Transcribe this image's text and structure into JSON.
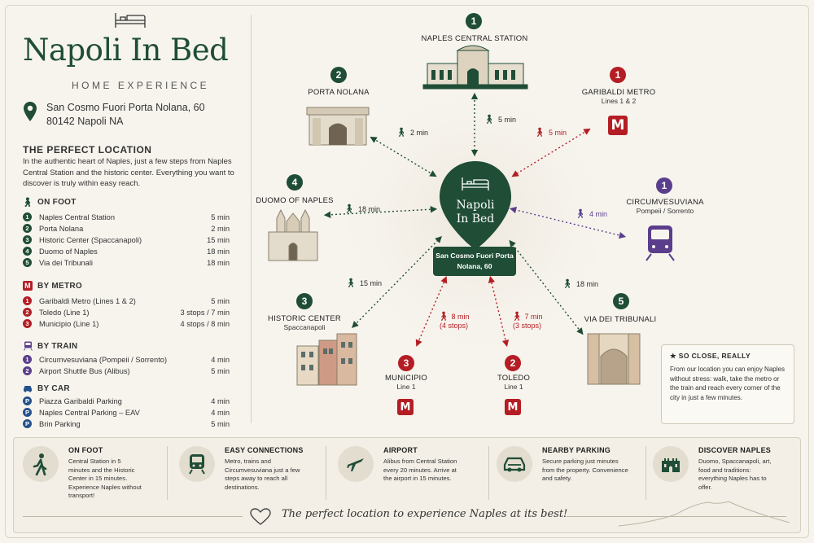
{
  "brand": {
    "name": "Napoli In Bed",
    "tagline": "HOME EXPERIENCE",
    "address_line1": "San Cosmo Fuori Porta Nolana, 60",
    "address_line2": "80142 Napoli NA"
  },
  "intro": {
    "heading": "THE PERFECT LOCATION",
    "text": "In the authentic heart of Naples, just a few steps from Naples Central Station and the historic center. Everything you want to discover is truly within easy reach."
  },
  "on_foot": {
    "heading": "ON FOOT",
    "rows": [
      {
        "n": "1",
        "label": "Naples Central Station",
        "value": "5 min"
      },
      {
        "n": "2",
        "label": "Porta Nolana",
        "value": "2 min"
      },
      {
        "n": "3",
        "label": "Historic Center (Spaccanapoli)",
        "value": "15 min"
      },
      {
        "n": "4",
        "label": "Duomo of Naples",
        "value": "18 min"
      },
      {
        "n": "5",
        "label": "Via dei Tribunali",
        "value": "18 min"
      }
    ]
  },
  "by_metro": {
    "heading": "BY METRO",
    "rows": [
      {
        "n": "1",
        "label": "Garibaldi Metro (Lines 1 & 2)",
        "value": "5 min"
      },
      {
        "n": "2",
        "label": "Toledo (Line 1)",
        "value": "3 stops / 7 min"
      },
      {
        "n": "3",
        "label": "Municipio (Line 1)",
        "value": "4 stops / 8 min"
      }
    ]
  },
  "by_train": {
    "heading": "BY TRAIN",
    "rows": [
      {
        "n": "1",
        "label": "Circumvesuviana (Pompeii / Sorrento)",
        "value": "4 min"
      },
      {
        "n": "2",
        "label": "Airport Shuttle Bus (Alibus)",
        "value": "5 min"
      }
    ]
  },
  "by_car": {
    "heading": "BY CAR",
    "rows": [
      {
        "n": "P",
        "label": "Piazza Garibaldi Parking",
        "value": "4 min"
      },
      {
        "n": "P",
        "label": "Naples Central Parking – EAV",
        "value": "4 min"
      },
      {
        "n": "P",
        "label": "Brin Parking",
        "value": "5 min"
      }
    ]
  },
  "map": {
    "center_name": "Napoli In Bed",
    "center_addr": "San Cosmo Fuori Porta Nolana, 60",
    "places": {
      "central": {
        "n": "1",
        "name": "NAPLES CENTRAL STATION",
        "time": "5 min"
      },
      "nolana": {
        "n": "2",
        "name": "PORTA NOLANA",
        "time": "2 min"
      },
      "garibaldi": {
        "n": "1",
        "name": "GARIBALDI METRO",
        "sub": "Lines 1 & 2",
        "time": "5 min",
        "badge": "M"
      },
      "duomo": {
        "n": "4",
        "name": "DUOMO OF NAPLES",
        "time": "18 min"
      },
      "circum": {
        "n": "1",
        "name": "CIRCUMVESUVIANA",
        "sub": "Pompeii / Sorrento",
        "time": "4 min"
      },
      "historic": {
        "n": "3",
        "name": "HISTORIC CENTER",
        "sub": "Spaccanapoli",
        "time": "15 min"
      },
      "tribunali": {
        "n": "5",
        "name": "VIA DEI TRIBUNALI",
        "time": "18 min"
      },
      "municipio": {
        "n": "3",
        "name": "MUNICIPIO",
        "sub": "Line 1",
        "time": "8 min",
        "stops": "(4 stops)",
        "badge": "M"
      },
      "toledo": {
        "n": "2",
        "name": "TOLEDO",
        "sub": "Line 1",
        "time": "7 min",
        "stops": "(3 stops)",
        "badge": "M"
      }
    }
  },
  "close": {
    "heading": "SO CLOSE, REALLY",
    "text": "From our location you can enjoy Naples without stress: walk, take the metro or the train and reach every corner of the city in just a few minutes."
  },
  "features": [
    {
      "title": "ON FOOT",
      "text": "Central Station in 5 minutes and the Historic Center in 15 minutes. Experience Naples without transport!"
    },
    {
      "title": "EASY CONNECTIONS",
      "text": "Metro, trains and Circumvesuviana just a few steps away to reach all destinations."
    },
    {
      "title": "AIRPORT",
      "text": "Alibus from Central Station every 20 minutes. Arrive at the airport in 15 minutes."
    },
    {
      "title": "NEARBY PARKING",
      "text": "Secure parking just minutes from the property. Convenience and safety."
    },
    {
      "title": "DISCOVER NAPLES",
      "text": "Duomo, Spaccanapoli, art, food and traditions: everything Naples has to offer."
    }
  ],
  "footer_script": "The perfect location to experience Naples at its best!",
  "colors": {
    "green": "#1f4d36",
    "red": "#b51d24",
    "purple": "#5a3e8c",
    "blue": "#24518c",
    "background": "#f7f4ee"
  }
}
